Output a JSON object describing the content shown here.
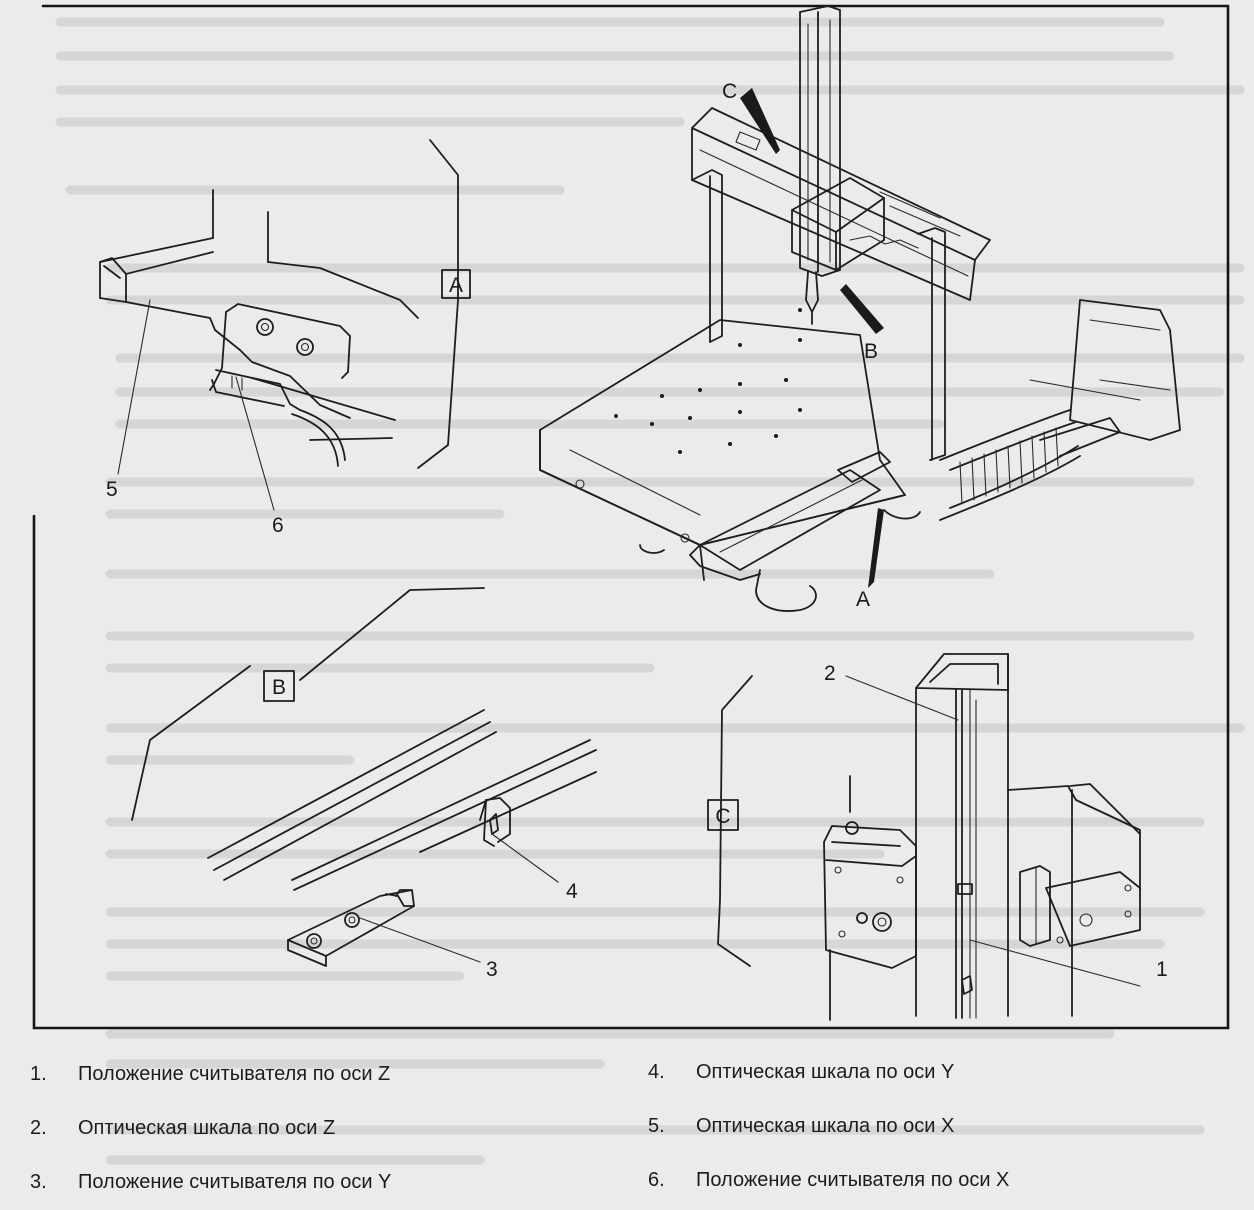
{
  "views": [
    {
      "id": "A",
      "label": "A"
    },
    {
      "id": "B",
      "label": "B"
    },
    {
      "id": "C",
      "label": "C"
    }
  ],
  "machine_pointers": [
    {
      "id": "A",
      "label": "A"
    },
    {
      "id": "B",
      "label": "B"
    },
    {
      "id": "C",
      "label": "C"
    }
  ],
  "callout_numbers": [
    "1",
    "2",
    "3",
    "4",
    "5",
    "6"
  ],
  "legend": [
    {
      "number": "1.",
      "text": "Положение считывателя по оси Z"
    },
    {
      "number": "2.",
      "text": "Оптическая шкала по оси Z"
    },
    {
      "number": "3.",
      "text": "Положение считывателя по оси Y"
    },
    {
      "number": "4.",
      "text": "Оптическая шкала по оси Y"
    },
    {
      "number": "5.",
      "text": "Оптическая шкала по оси X"
    },
    {
      "number": "6.",
      "text": "Положение считывателя по оси X"
    }
  ],
  "colors": {
    "paper": "#ebebea",
    "ink": "#1e1e1e",
    "ghost_text": "#c9c9c7"
  }
}
